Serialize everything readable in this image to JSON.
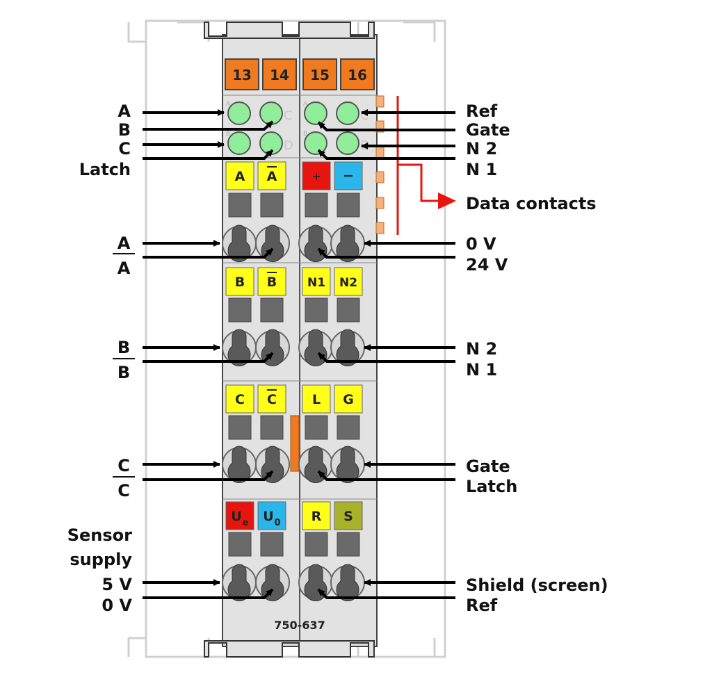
{
  "module": {
    "part_number": "750-637",
    "terminal_numbers": [
      "13",
      "14",
      "15",
      "16"
    ]
  },
  "leds": {
    "left_letters": [
      "A",
      "C",
      "B",
      "D"
    ],
    "right_letters": [
      "A",
      "C",
      "B",
      "D"
    ]
  },
  "keys": {
    "row1": [
      "A",
      "A",
      "+",
      "−"
    ],
    "row2": [
      "B",
      "B",
      "N1",
      "N2"
    ],
    "row3": [
      "C",
      "C",
      "L",
      "G"
    ],
    "row4_left_ue": {
      "main": "U",
      "sub": "e"
    },
    "row4_left_u0": {
      "main": "U",
      "sub": "0"
    },
    "row4_right": [
      "R",
      "S"
    ]
  },
  "labels": {
    "led_left": [
      "A",
      "B",
      "C",
      "Latch"
    ],
    "led_right": [
      "Ref",
      "Gate",
      "N 2",
      "N 1"
    ],
    "data_contacts": "Data contacts",
    "row1_left": [
      "A",
      "A"
    ],
    "row1_right": [
      "0 V",
      "24 V"
    ],
    "row2_left": [
      "B",
      "B"
    ],
    "row2_right": [
      "N 2",
      "N 1"
    ],
    "row3_left": [
      "C",
      "C"
    ],
    "row3_right": [
      "Gate",
      "Latch"
    ],
    "sensor_supply": [
      "Sensor",
      "supply"
    ],
    "row4_left": [
      "5 V",
      "0 V"
    ],
    "row4_right": [
      "Shield (screen)",
      "Ref"
    ]
  },
  "colors": {
    "housing": "#e2e2e2",
    "orange": "#f07a20",
    "led": "#90ee9a",
    "yellow": "#ffff1a",
    "red": "#e8140e",
    "blue": "#2ab6ea",
    "olive": "#a8b12a",
    "arrow": "#000000",
    "data_line": "#e8140e"
  }
}
